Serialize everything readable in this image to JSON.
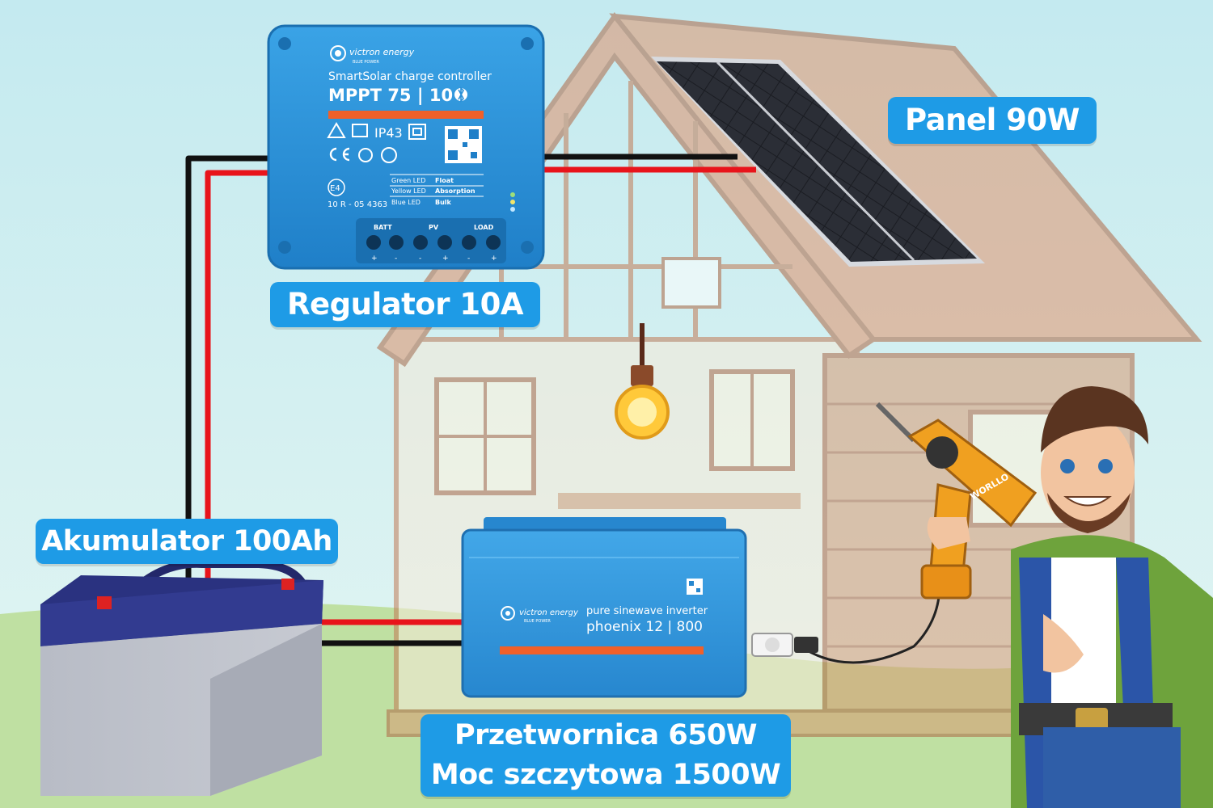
{
  "labels": {
    "panel": "Panel 90W",
    "regulator": "Regulator 10A",
    "battery": "Akumulator 100Ah",
    "inverter_line1": "Przetwornica 650W",
    "inverter_line2": "Moc szczytowa 1500W"
  },
  "controller": {
    "brand": "victron energy",
    "brand_sub": "BLUE POWER",
    "product": "SmartSolar charge controller",
    "model": "MPPT 75 | 10",
    "ip_rating": "IP43",
    "approval": "10 R - 05 4363",
    "approval_mark": "E4",
    "led_legend": [
      {
        "led": "Green LED",
        "state": "Float"
      },
      {
        "led": "Yellow LED",
        "state": "Absorption"
      },
      {
        "led": "Blue LED",
        "state": "Bulk"
      }
    ],
    "terminals": [
      "BATT",
      "PV",
      "LOAD"
    ],
    "polarity": [
      "+",
      "-",
      "-",
      "+",
      "-",
      "+"
    ]
  },
  "inverter": {
    "brand": "victron energy",
    "brand_sub": "BLUE POWER",
    "product": "pure sinewave inverter",
    "model": "phoenix 12 | 800"
  },
  "drill": {
    "brand": "WORLLO"
  },
  "colors": {
    "sky": "#cfeef0",
    "label_bg": "#1e9be6",
    "victron_blue": "#2a8fd6",
    "accent_orange": "#f0602a",
    "wire_red": "#e8141b",
    "wire_black": "#111111"
  }
}
